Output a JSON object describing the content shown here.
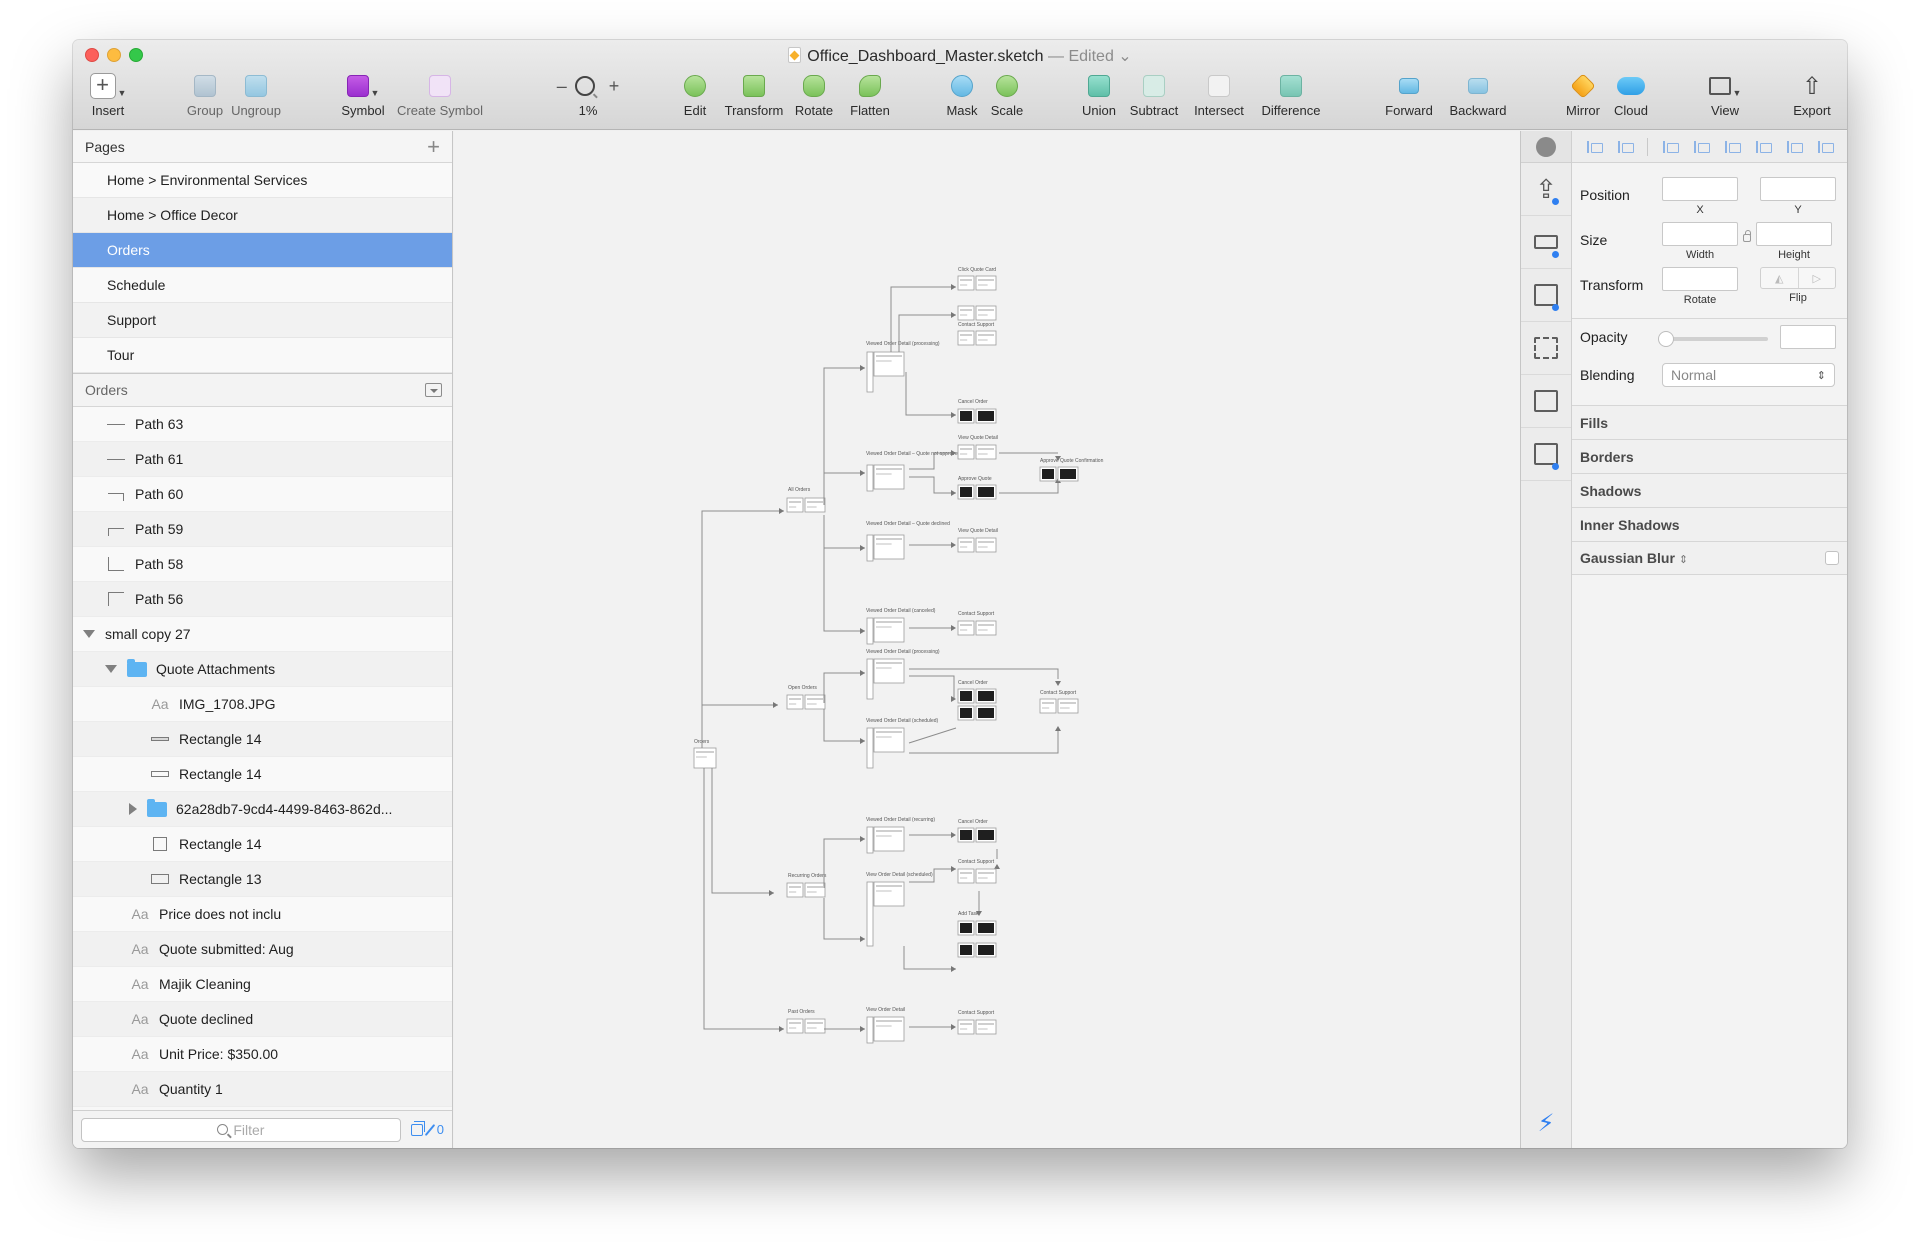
{
  "window": {
    "file_name": "Office_Dashboard_Master.sketch",
    "edited_label": "— Edited"
  },
  "toolbar": {
    "insert": "Insert",
    "group": "Group",
    "ungroup": "Ungroup",
    "symbol": "Symbol",
    "create_symbol": "Create Symbol",
    "zoom_minus": "–",
    "zoom_plus": "+",
    "zoom_level": "1%",
    "edit": "Edit",
    "transform": "Transform",
    "rotate": "Rotate",
    "flatten": "Flatten",
    "mask": "Mask",
    "scale": "Scale",
    "union": "Union",
    "subtract": "Subtract",
    "intersect": "Intersect",
    "difference": "Difference",
    "forward": "Forward",
    "backward": "Backward",
    "mirror": "Mirror",
    "cloud": "Cloud",
    "view": "View",
    "export": "Export"
  },
  "pages": {
    "title": "Pages",
    "items": [
      {
        "label": "Home > Environmental Services"
      },
      {
        "label": "Home > Office Decor"
      },
      {
        "label": "Orders"
      },
      {
        "label": "Schedule"
      },
      {
        "label": "Support"
      },
      {
        "label": "Tour"
      }
    ]
  },
  "layers": {
    "title": "Orders",
    "items": [
      {
        "label": "Path 63"
      },
      {
        "label": "Path 61"
      },
      {
        "label": "Path 60"
      },
      {
        "label": "Path 59"
      },
      {
        "label": "Path 58"
      },
      {
        "label": "Path 56"
      },
      {
        "label": "small copy 27"
      },
      {
        "label": "Quote Attachments"
      },
      {
        "label": "IMG_1708.JPG",
        "icon_text": "Aa"
      },
      {
        "label": "Rectangle 14"
      },
      {
        "label": "Rectangle 14"
      },
      {
        "label": "62a28db7-9cd4-4499-8463-862d..."
      },
      {
        "label": "Rectangle 14"
      },
      {
        "label": "Rectangle 13"
      },
      {
        "label": "Price does not inclu",
        "icon_text": "Aa"
      },
      {
        "label": "Quote submitted: Aug",
        "icon_text": "Aa"
      },
      {
        "label": "Majik Cleaning",
        "icon_text": "Aa"
      },
      {
        "label": "Quote declined",
        "icon_text": "Aa"
      },
      {
        "label": "Unit Price: $350.00",
        "icon_text": "Aa"
      },
      {
        "label": "Quantity 1",
        "icon_text": "Aa"
      }
    ],
    "filter_placeholder": "Filter",
    "badge_count": "0"
  },
  "inspector": {
    "position": "Position",
    "x": "X",
    "y": "Y",
    "size": "Size",
    "width": "Width",
    "height": "Height",
    "transform": "Transform",
    "rotate": "Rotate",
    "flip": "Flip",
    "opacity": "Opacity",
    "blending": "Blending",
    "blending_value": "Normal",
    "sections": {
      "fills": "Fills",
      "borders": "Borders",
      "shadows": "Shadows",
      "inner_shadows": "Inner Shadows",
      "gaussian_blur": "Gaussian Blur"
    }
  },
  "canvas": {
    "labels": {
      "orders": "Orders",
      "all_orders": "All Orders",
      "open_orders": "Open Orders",
      "recurring_orders": "Recurring Orders",
      "past_orders": "Past Orders",
      "viewed_processing": "Viewed Order Detail (processing)",
      "viewed_quote_not_approved": "Viewed Order Detail – Quote not approved",
      "viewed_quote_declined": "Viewed Order Detail – Quote declined",
      "viewed_cancelled": "Viewed Order Detail (canceled)",
      "click_quote_card": "Click Quote Card",
      "contact_support": "Contact Support",
      "cancel_order": "Cancel Order",
      "view_quote_detail": "View Quote Detail",
      "approve_quote": "Approve Quote",
      "approve_quote_confirmation": "Approve Quote Confirmation",
      "viewed_scheduled": "Viewed Order Detail (scheduled)",
      "viewed_recurring": "Viewed Order Detail (recurring)",
      "view_order_scheduled": "View Order Detail (scheduled)",
      "add_task": "Add Task",
      "view_order_detail": "View Order Detail"
    }
  },
  "colors": {
    "selection": "#6c9ee6",
    "accent": "#2f7ff0",
    "folder": "#5eb4f2"
  }
}
